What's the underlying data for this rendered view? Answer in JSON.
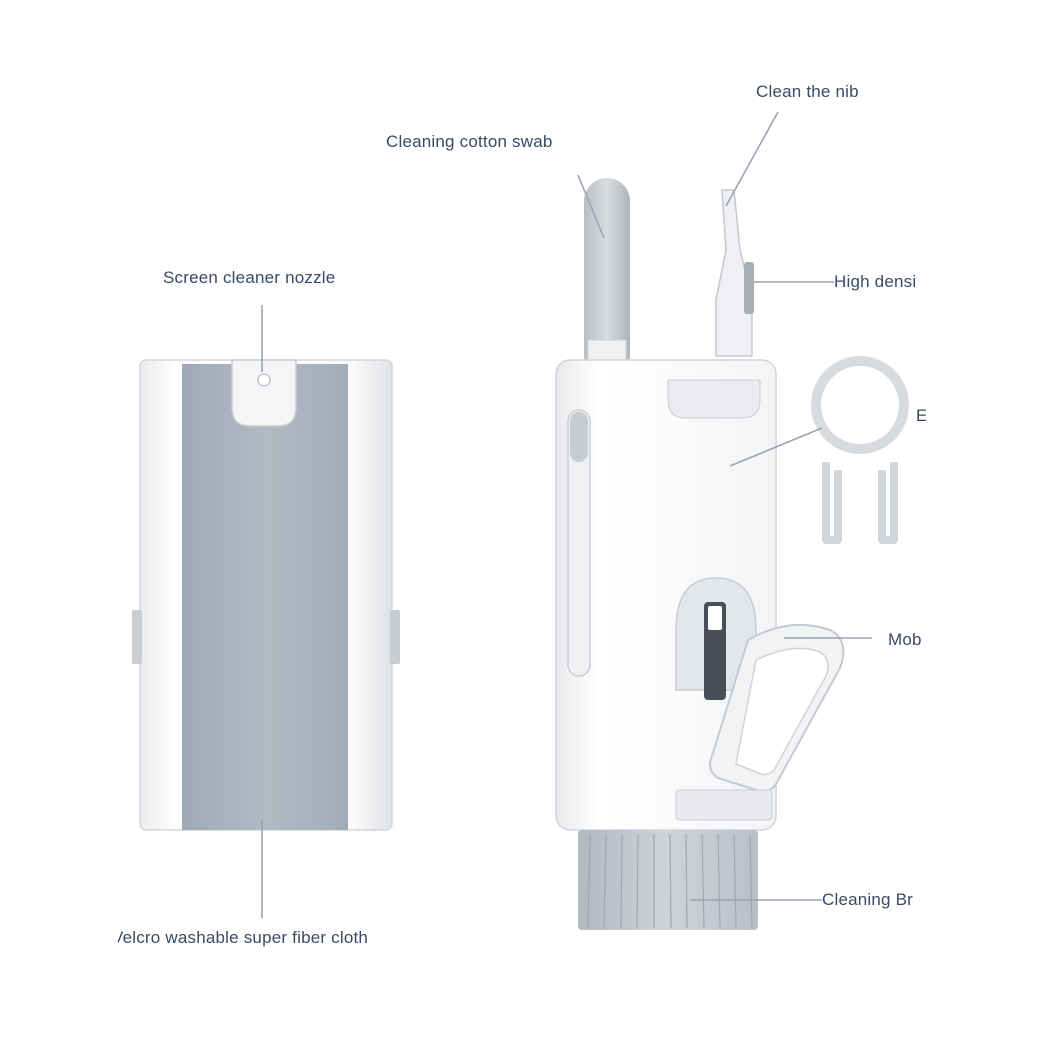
{
  "labels": {
    "clean_nib": "Clean the nib",
    "cotton_swab": "Cleaning cotton swab",
    "nozzle": "Screen cleaner nozzle",
    "high_density": "High densi",
    "earbud_tool": "E",
    "mobile_stand": "Mob",
    "cleaning_brush": "Cleaning Br",
    "fiber_cloth": "Velcro washable super fiber cloth"
  },
  "colors": {
    "label_text": "#3a4a66",
    "leader_line": "#9aa4b4",
    "cloth_grey": "#a9b2bd",
    "body_white": "#fbfbfb",
    "body_shadow": "#d6d9de"
  }
}
